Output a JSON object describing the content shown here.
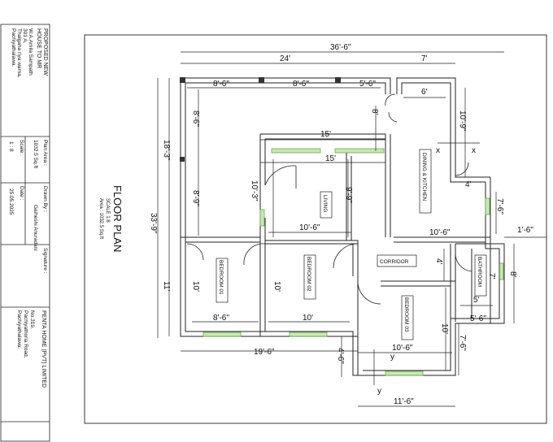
{
  "title_block": {
    "project": [
      "PROPOSED NEW",
      "HOUSE TO MR"
    ],
    "owner": [
      "W.A.Amila Sampath",
      "301 A,",
      "Thalgaha riya warna,",
      "Pachiyathalawa."
    ],
    "plan_area_label": "Plan Area :",
    "plan_area_value": "1032.5 Sq.ft",
    "scale_label": "Scale :",
    "scale_value": "1 : 8",
    "drawn_by_label": "Drawn By :",
    "drawn_by_value": "Gaiheshi Anuradani",
    "date_label": "Date :",
    "date_value": "25.05.2025",
    "signature_label": "Signature :",
    "company": "PENTA HOME (PVT) LIMITED",
    "company_address": [
      "No.319,",
      "Pachiyathoria Road,",
      "Pachiyathalawa."
    ]
  },
  "plan": {
    "title": "FLOOR PLAN",
    "scale": "SCALE 1:8",
    "area": "Area : 1032.5 Sq.ft"
  },
  "rooms": {
    "dining": "DINING & KITCHEN",
    "living": "LIVING",
    "corridor": "CORRIDOR",
    "bathroom": "BATHROOM",
    "bed1": "BEDROOM 01",
    "bed2": "BEDROOM 02",
    "bed3": "BEDROOM 03"
  },
  "dims": {
    "overall_w": "36'-6\"",
    "w24": "24'",
    "w7": "7'",
    "top1": "8'-6\"",
    "top2": "8'-6\"",
    "top3": "5'-6\"",
    "w6": "6'",
    "left1": "8'-6\"",
    "h8": "8'",
    "h10_9": "10'-9\"",
    "w15a": "15'",
    "w15b": "15'",
    "h18_3": "18'-3\"",
    "h33_9": "33'-9\"",
    "h10_3": "10'-3\"",
    "h9_9": "9'-9\"",
    "left2": "8'-9\"",
    "w4": "4'",
    "h7_6a": "7'-6\"",
    "w10_6a": "10'-6\"",
    "w10_6b": "10'-6\"",
    "w1_6": "1'-6\"",
    "h11": "11'",
    "h4": "4'",
    "h8b": "8'",
    "h7": "7'",
    "h10a": "10'",
    "h10b": "10'",
    "w5": "5'",
    "w5_6": "5'-6\"",
    "w8_6c": "8'-6\"",
    "w10": "10'",
    "h10c": "10'",
    "w19_6": "19'-6\"",
    "h7_6b": "7'-6\"",
    "h4_6": "4'-6\"",
    "w10_6c": "10'-6\"",
    "w11_6": "11'-6\"",
    "x1": "x",
    "x2": "x",
    "y1": "y",
    "y2": "y"
  }
}
